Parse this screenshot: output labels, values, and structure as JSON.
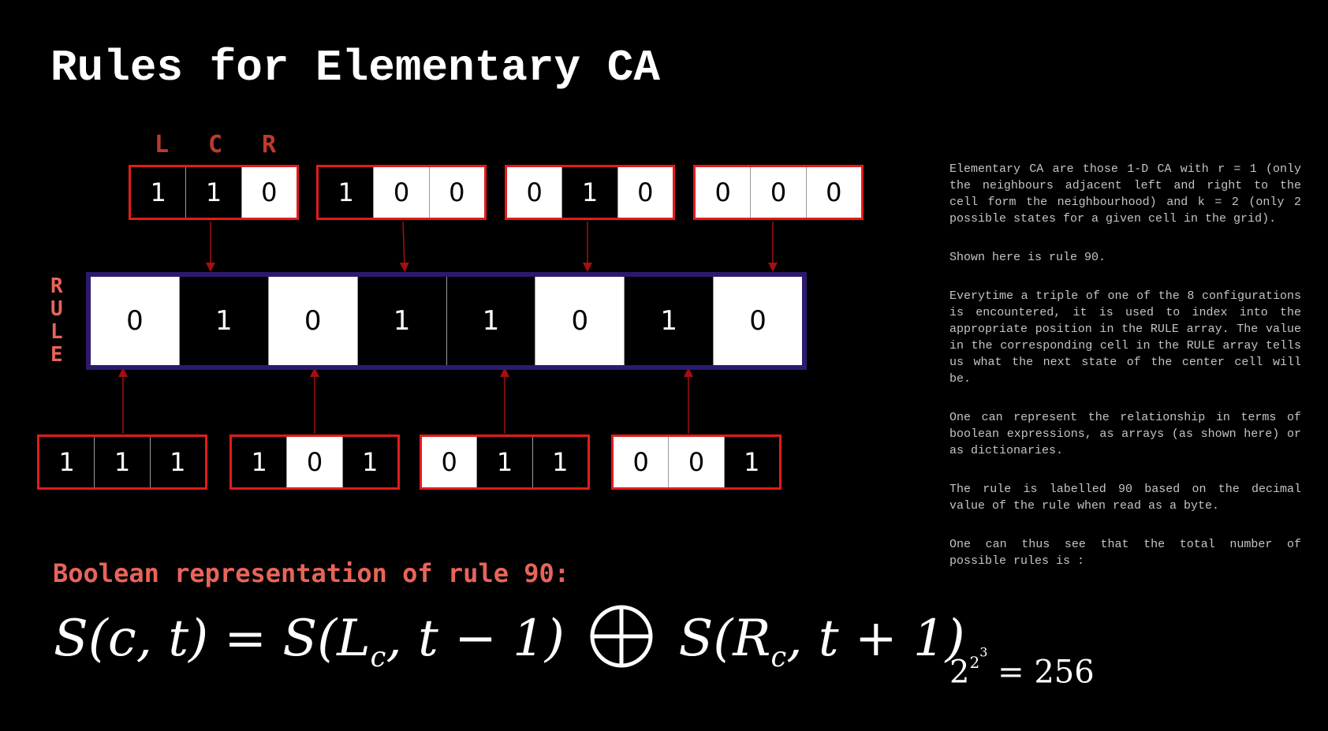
{
  "title": "Rules for Elementary CA",
  "lcr_labels": [
    "L",
    "C",
    "R"
  ],
  "rule_label": [
    "R",
    "U",
    "L",
    "E"
  ],
  "top_triples": [
    [
      1,
      1,
      0
    ],
    [
      1,
      0,
      0
    ],
    [
      0,
      1,
      0
    ],
    [
      0,
      0,
      0
    ]
  ],
  "rule_values": [
    0,
    1,
    0,
    1,
    1,
    0,
    1,
    0
  ],
  "bottom_triples": [
    [
      1,
      1,
      1
    ],
    [
      1,
      0,
      1
    ],
    [
      0,
      1,
      1
    ],
    [
      0,
      0,
      1
    ]
  ],
  "boolean_heading": "Boolean representation of rule 90:",
  "formula": {
    "lhs": "S(c, t)",
    "equals": "=",
    "term1_prefix": "S(L",
    "term1_sub": "c",
    "term1_suffix": ", t − 1)",
    "operator": "⊕",
    "term2_prefix": "S(R",
    "term2_sub": "c",
    "term2_suffix": ", t + 1)"
  },
  "sidebar": {
    "paragraph1": "Elementary CA are those 1-D CA with  r = 1 (only the neighbours adjacent left and right to the cell form the neighbourhood) and k = 2 (only 2 possible states for a given cell in the grid).",
    "paragraph2": "Shown here is rule 90.",
    "paragraph3": "Everytime a triple of one of the 8 configurations is encountered, it is used to index into the appropriate position in the RULE array. The value in the corresponding cell in the RULE array tells us what the next state of the center cell will be.",
    "paragraph4": "One can represent the relationship in terms of boolean expressions, as arrays (as shown here) or as dictionaries.",
    "paragraph5": "The rule is labelled 90 based on the decimal value of the rule when read as a byte.",
    "paragraph6": "One can thus see that the total number of possible rules is :",
    "formula_base": "2",
    "formula_exp_base": "2",
    "formula_exp_exp": "3",
    "formula_rest": " = 256"
  },
  "colors": {
    "triple_border": "#e31b1b",
    "rule_border": "#2d1a6e",
    "connector": "#a31010",
    "label_red": "#e8645a",
    "lcr_red": "#c0392b"
  }
}
